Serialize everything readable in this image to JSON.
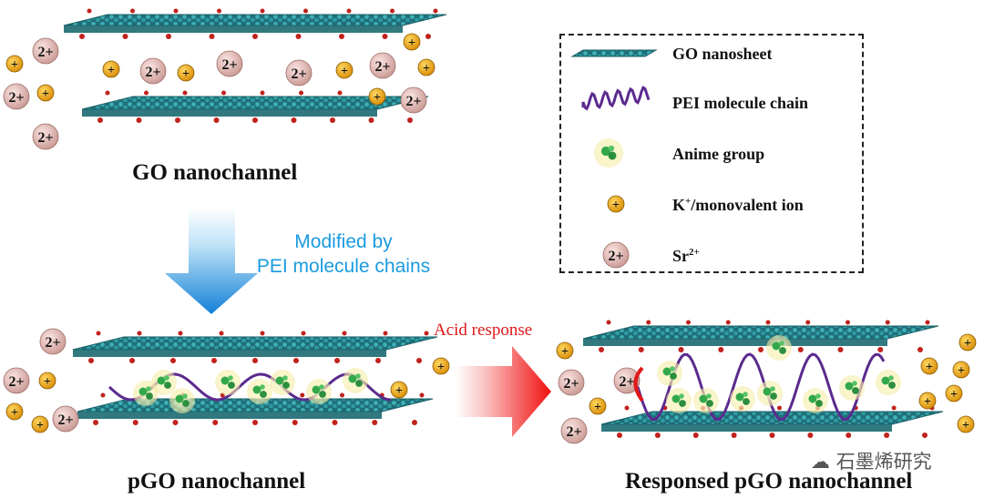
{
  "captions": {
    "go_channel": "GO nanochannel",
    "pgo_channel": "pGO nanochannel",
    "responsed_channel": "Responsed pGO nanochannel"
  },
  "arrows": {
    "modified_line1": "Modified by",
    "modified_line2": "PEI molecule chains",
    "acid": "Acid response"
  },
  "legend": {
    "items": [
      {
        "label": "GO nanosheet",
        "icon": "go-nanosheet"
      },
      {
        "label": "PEI molecule chain",
        "icon": "pei-chain"
      },
      {
        "label": "Anime group",
        "icon": "amine-group"
      },
      {
        "label": "K",
        "sup": "+",
        "suffix": "/monovalent ion",
        "icon": "k-ion"
      },
      {
        "label": "Sr",
        "sup": "2+",
        "icon": "sr-ion"
      }
    ]
  },
  "ions": {
    "sr_label": "2+",
    "k_label": "+"
  },
  "watermark": "石墨烯研究",
  "colors": {
    "sheet": "#2a7f86",
    "sr_ion": "#e8b7b3",
    "k_ion": "#f2b01e",
    "pei": "#5b2a8e",
    "amine_green": "#33a84a",
    "blue_text": "#1a9be0",
    "red_text": "#e01818"
  }
}
